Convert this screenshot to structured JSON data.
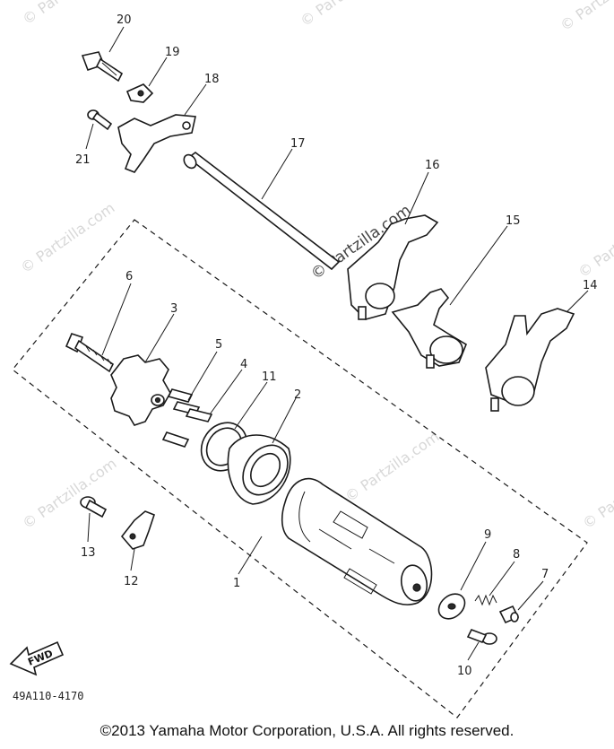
{
  "watermark": "© Partzilla.com",
  "watermark_center": "© Partzilla.com",
  "diagram_code": "49A110-4170",
  "fwd_label": "FWD",
  "copyright": "©2013 Yamaha Motor Corporation, U.S.A. All rights reserved.",
  "callouts": {
    "p1": "1",
    "p2": "2",
    "p3": "3",
    "p4": "4",
    "p5": "5",
    "p6": "6",
    "p7": "7",
    "p8": "8",
    "p9": "9",
    "p10": "10",
    "p11": "11",
    "p12": "12",
    "p13": "13",
    "p14": "14",
    "p15": "15",
    "p16": "16",
    "p17": "17",
    "p18": "18",
    "p19": "19",
    "p20": "20",
    "p21": "21"
  }
}
